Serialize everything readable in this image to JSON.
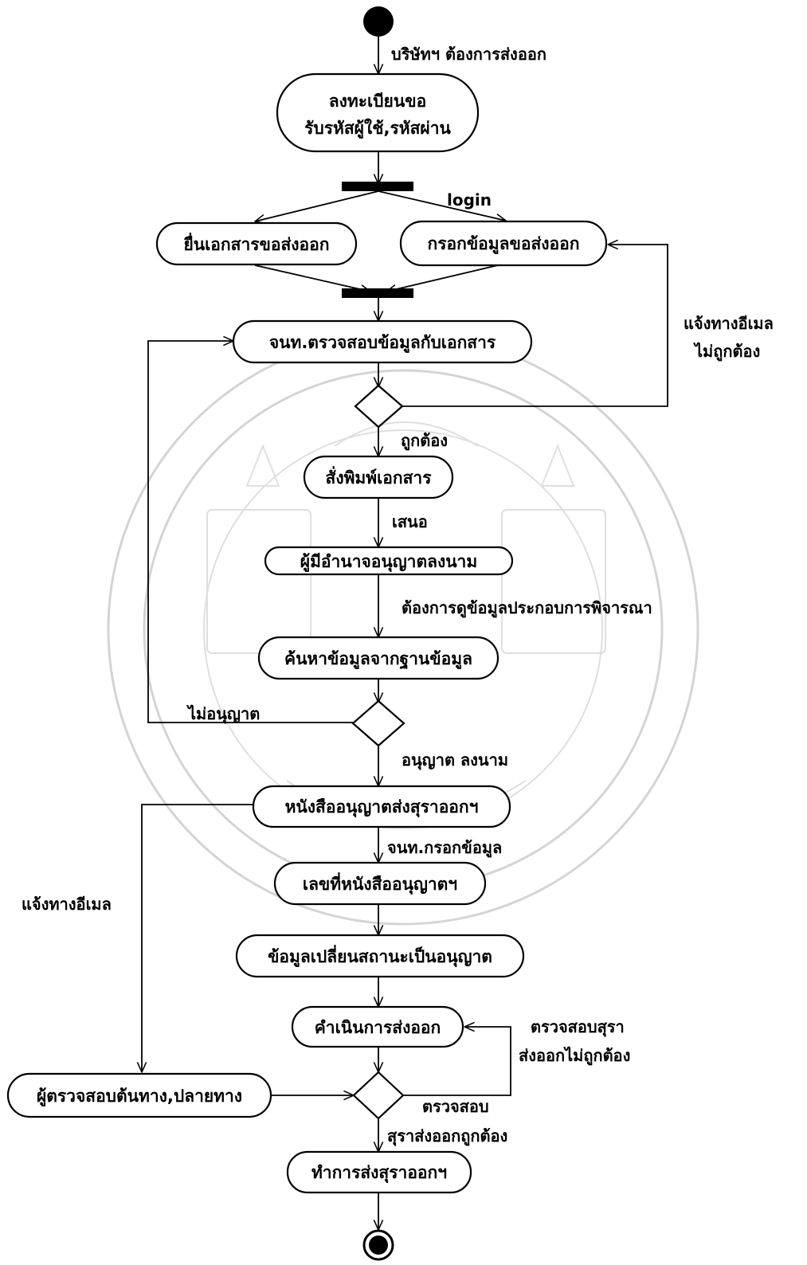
{
  "nodes": {
    "register": [
      "ลงทะเบียนขอ",
      "รับรหัสผู้ใช้,รหัสผ่าน"
    ],
    "submit_docs": "ยื่นเอกสารขอส่งออก",
    "fill_data": "กรอกข้อมูลขอส่งออก",
    "officer_check": "จนท.ตรวจสอบข้อมูลกับเอกสาร",
    "print_docs": "สั่งพิมพ์เอกสาร",
    "approver_sign": "ผู้มีอำนาจอนุญาตลงนาม",
    "search_db": "ค้นหาข้อมูลจากฐานข้อมูล",
    "permit_letter": "หนังสืออนุญาตส่งสุราออกฯ",
    "permit_number": "เลขที่หนังสืออนุญาตฯ",
    "status_change": "ข้อมูลเปลี่ยนสถานะเป็นอนุญาต",
    "do_export": "คำเนินการส่งออก",
    "inspectors": "ผู้ตรวจสอบต้นทาง,ปลายทาง",
    "ship_liquor": "ทำการส่งสุราออกฯ"
  },
  "labels": {
    "company_wants_export": "บริษัทฯ ต้องการส่งออก",
    "login": "login",
    "email_incorrect": [
      "แจ้งทางอีเมล",
      "ไม่ถูกต้อง"
    ],
    "correct": "ถูกต้อง",
    "propose": "เสนอ",
    "want_view_data": "ต้องการดูข้อมูลประกอบการพิจารณา",
    "not_permitted": "ไม่อนุญาต",
    "permitted_sign": "อนุญาต ลงนาม",
    "officer_fill": "จนท.กรอกข้อมูล",
    "notify_email": "แจ้งทางอีเมล",
    "check_liquor_incorrect": [
      "ตรวจสอบสุรา",
      "ส่งออกไม่ถูกต้อง"
    ],
    "check_liquor_correct": [
      "ตรวจสอบ",
      "สุราส่งออกถูกต้อง"
    ]
  }
}
